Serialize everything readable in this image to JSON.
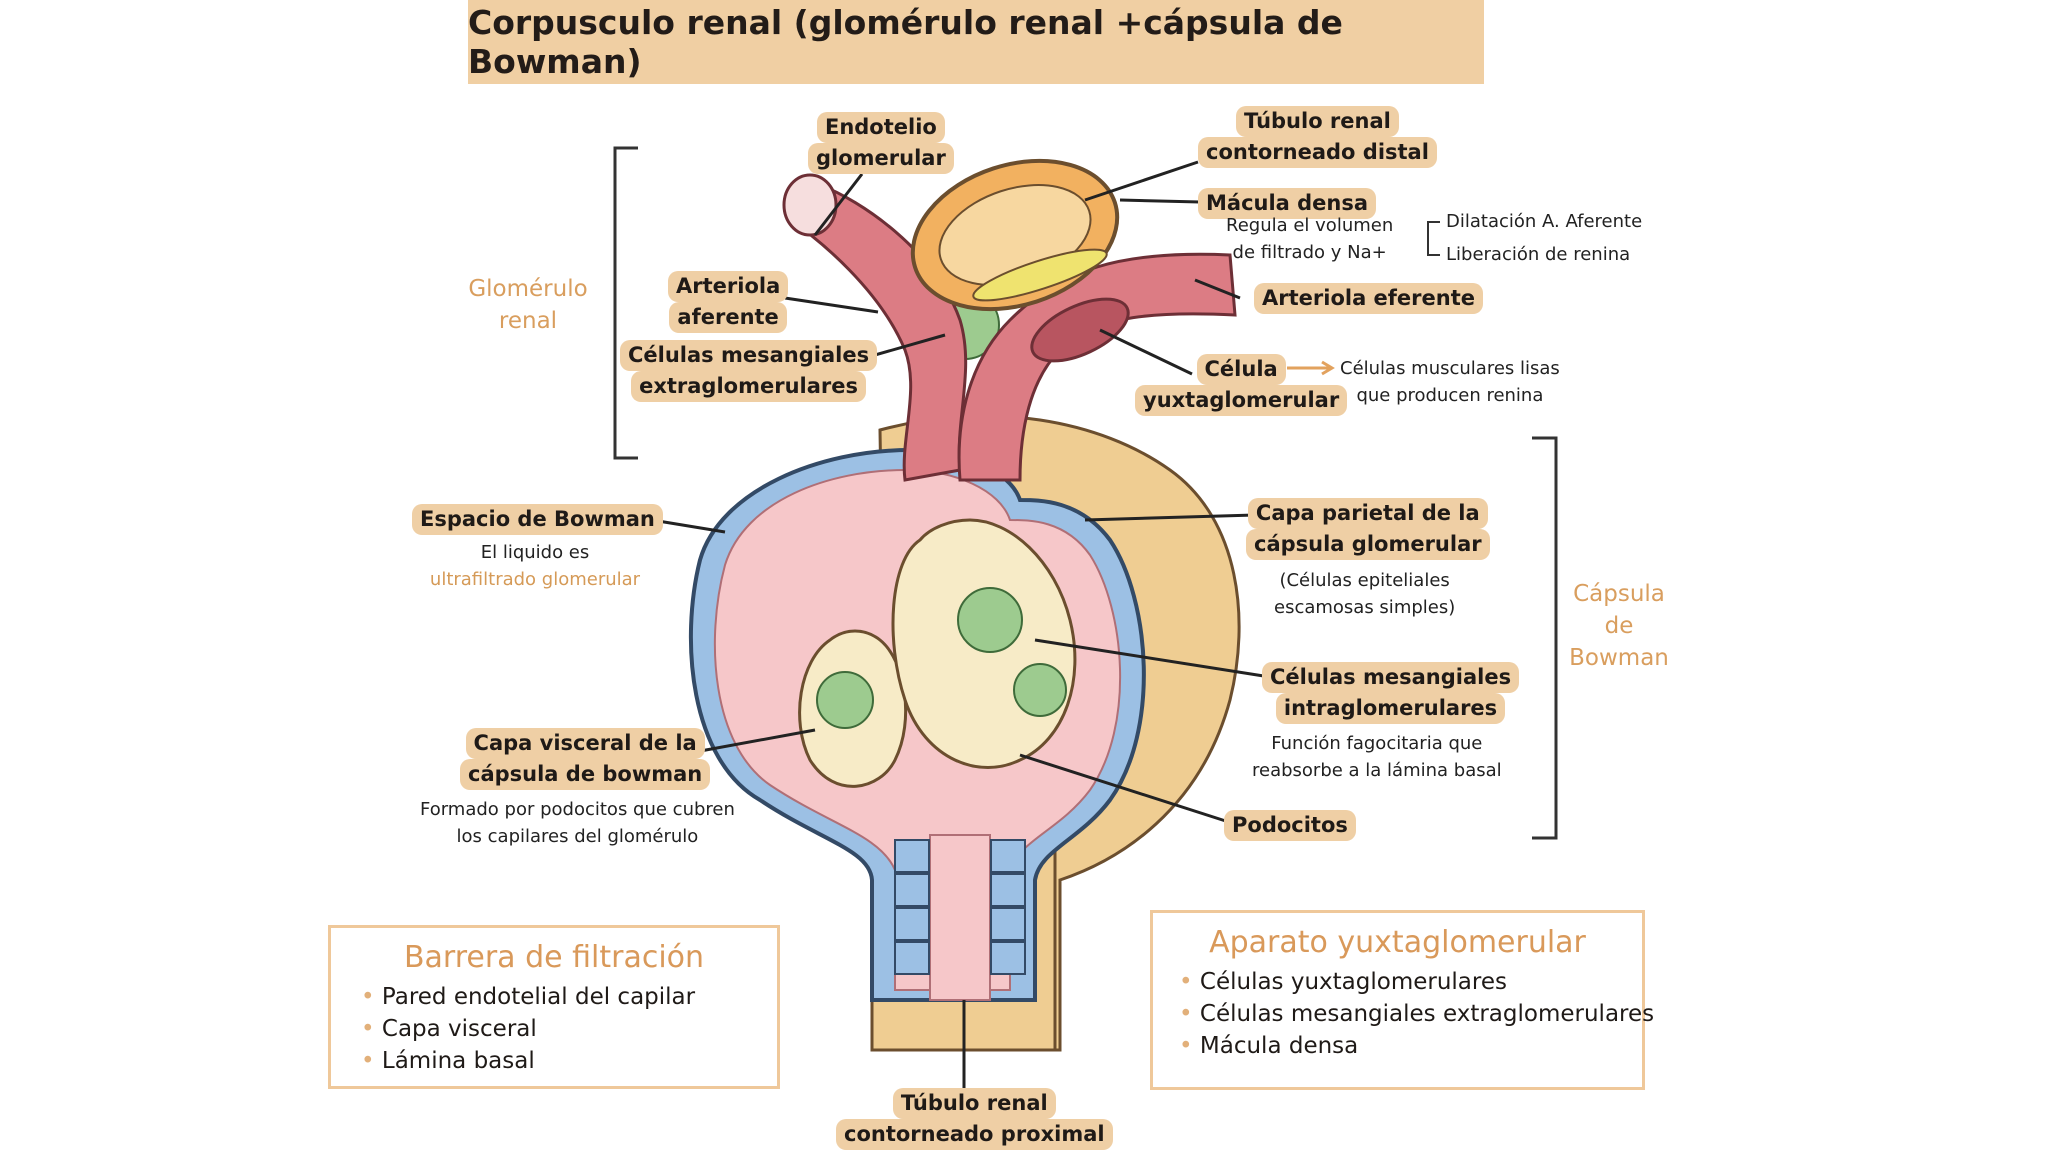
{
  "title": "Corpusculo renal (glomérulo renal +cápsula de Bowman)",
  "side_labels": {
    "glomerulo": [
      "Glomérulo",
      "renal"
    ],
    "capsula": [
      "Cápsula",
      "de",
      "Bowman"
    ]
  },
  "labels": {
    "endotelio": [
      "Endotelio",
      "glomerular"
    ],
    "tubulo_distal": [
      "Túbulo renal",
      "contorneado distal"
    ],
    "macula_densa": "Mácula densa",
    "macula_note": [
      "Regula el volumen",
      "de filtrado y Na+"
    ],
    "macula_functions": [
      "Dilatación A. Aferente",
      "Liberación de renina"
    ],
    "arteriola_aferente": [
      "Arteriola",
      "aferente"
    ],
    "arteriola_eferente": "Arteriola eferente",
    "mesangiales_extra": [
      "Células mesangiales",
      "extraglomerulares"
    ],
    "celula_yuxta": [
      "Célula",
      "yuxtaglomerular"
    ],
    "yuxta_note": [
      "Células musculares lisas",
      "que producen renina"
    ],
    "espacio_bowman": "Espacio de Bowman",
    "espacio_note": "El liquido es",
    "espacio_note_orange": "ultrafiltrado glomerular",
    "capa_parietal": [
      "Capa parietal de la",
      "cápsula glomerular"
    ],
    "parietal_note": [
      "(Células epiteliales",
      "escamosas simples)"
    ],
    "mesangiales_intra": [
      "Células mesangiales",
      "intraglomerulares"
    ],
    "intra_note": [
      "Función fagocitaria que",
      "reabsorbe a la lámina basal"
    ],
    "capa_visceral": [
      "Capa visceral de la",
      "cápsula de bowman"
    ],
    "visceral_note": [
      "Formado por podocitos que cubren",
      "los capilares del glomérulo"
    ],
    "podocitos": "Podocitos",
    "tubulo_proximal": [
      "Túbulo renal",
      "contorneado proximal"
    ]
  },
  "boxes": {
    "barrera": {
      "title": "Barrera de filtración",
      "items": [
        "Pared endotelial del capilar",
        "Capa visceral",
        "Lámina basal"
      ]
    },
    "aparato": {
      "title": "Aparato yuxtaglomerular",
      "items": [
        "Células yuxtaglomerulares",
        "Células mesangiales extraglomerulares",
        "Mácula densa"
      ]
    }
  },
  "colors": {
    "title_bg": "#f0cfa3",
    "label_bg": "#efcfa5",
    "accent_text": "#d99e5e",
    "capsule_tan": "#efcd92",
    "bowman_pink": "#f6c7c9",
    "parietal_blue": "#9cc0e4",
    "arteriole": "#dc7c84",
    "glomerulus_cream": "#f7ebc7",
    "mesangial_green": "#9dcb8f",
    "tubule_orange": "#f2b160"
  }
}
